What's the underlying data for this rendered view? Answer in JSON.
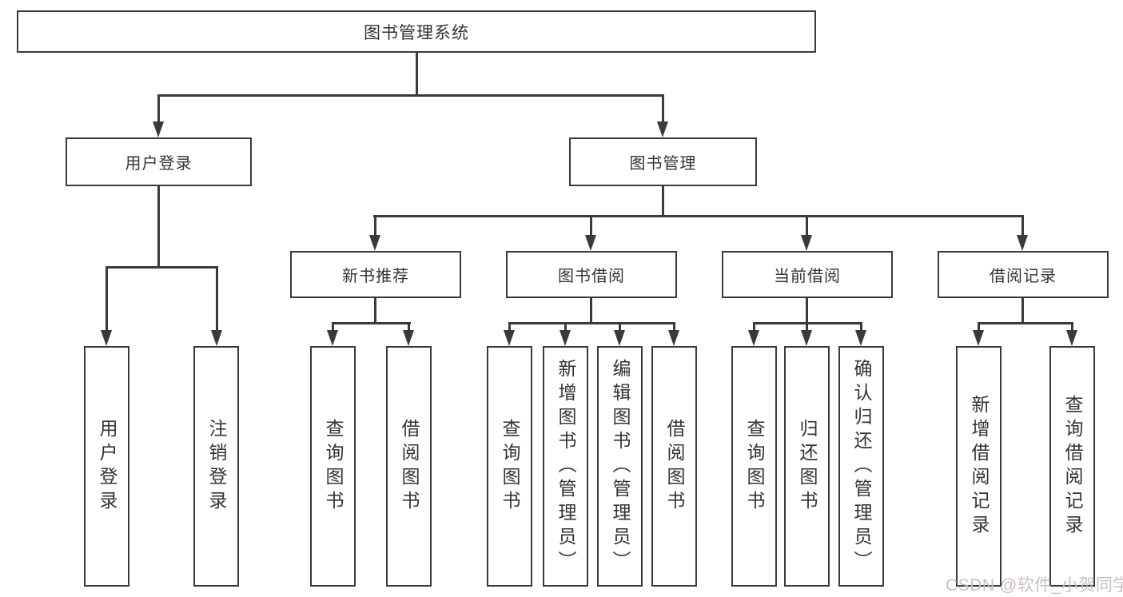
{
  "diagram": {
    "root": {
      "label": "图书管理系统"
    },
    "branches": [
      {
        "label": "用户登录",
        "children": [
          {
            "label": "用户登录"
          },
          {
            "label": "注销登录"
          }
        ]
      },
      {
        "label": "图书管理",
        "children": [
          {
            "label": "新书推荐",
            "children": [
              {
                "label": "查询图书"
              },
              {
                "label": "借阅图书"
              }
            ]
          },
          {
            "label": "图书借阅",
            "children": [
              {
                "label": "查询图书"
              },
              {
                "label": "新增图书（管理员）"
              },
              {
                "label": "编辑图书（管理员）"
              },
              {
                "label": "借阅图书"
              }
            ]
          },
          {
            "label": "当前借阅",
            "children": [
              {
                "label": "查询图书"
              },
              {
                "label": "归还图书"
              },
              {
                "label": "确认归还（管理员）"
              }
            ]
          },
          {
            "label": "借阅记录",
            "children": [
              {
                "label": "新增借阅记录"
              },
              {
                "label": "查询借阅记录"
              }
            ]
          }
        ]
      }
    ]
  },
  "watermark": {
    "text": "CSDN @软件_小贺同学"
  },
  "colors": {
    "line": "#3a3a3a",
    "box_border": "#3a3a3a",
    "box_fill": "#ffffff",
    "text": "#333333",
    "watermark": "#c9c1c1",
    "background": "#ffffff"
  }
}
